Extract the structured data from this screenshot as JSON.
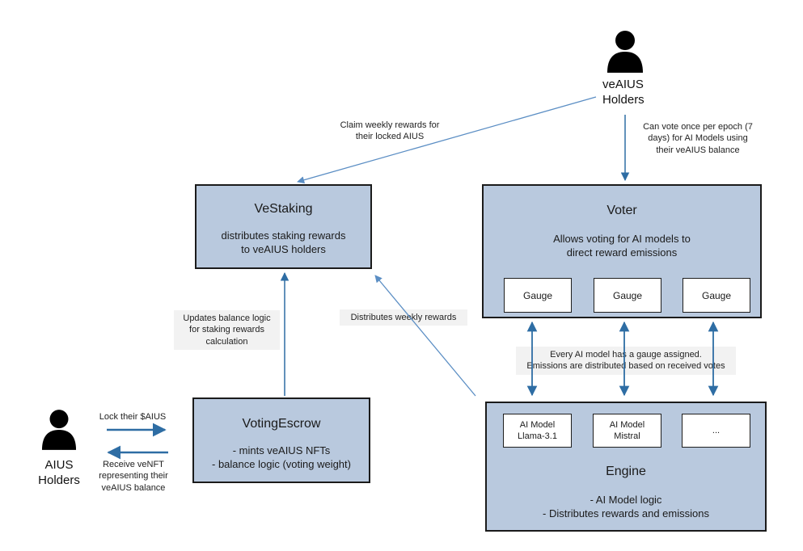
{
  "colors": {
    "node_fill": "#b9c9de",
    "node_border": "#1b1b1b",
    "inner_fill": "#ffffff",
    "arrow": "#2e6da4",
    "arrow_light": "#5b8ec4",
    "label_bg": "#f2f2f2",
    "text": "#1a1a1a",
    "actor": "#000000"
  },
  "actors": {
    "veaius": {
      "name": "veAIUS\nHolders"
    },
    "aius": {
      "name": "AIUS\nHolders"
    }
  },
  "nodes": {
    "vestaking": {
      "title": "VeStaking",
      "body": "distributes staking rewards\nto veAIUS holders"
    },
    "voter": {
      "title": "Voter",
      "body": "Allows voting for AI models to\ndirect reward emissions",
      "gauges": [
        "Gauge",
        "Gauge",
        "Gauge"
      ]
    },
    "voting_escrow": {
      "title": "VotingEscrow",
      "body": "- mints veAIUS NFTs\n- balance logic (voting weight)"
    },
    "engine": {
      "title": "Engine",
      "body": "- AI Model logic\n- Distributes rewards and emissions",
      "models": [
        "AI Model\nLlama-3.1",
        "AI Model\nMistral",
        "..."
      ]
    }
  },
  "edge_labels": {
    "claim": "Claim weekly rewards for\ntheir locked AIUS",
    "vote": "Can vote once per epoch (7\ndays) for AI Models using\ntheir veAIUS balance",
    "updates": "Updates balance logic\nfor staking rewards\ncalculation",
    "distributes_weekly": "Distributes weekly rewards",
    "gauge_note": "Every AI model has a gauge assigned.\nEmissions are distributed based on received votes",
    "lock": "Lock their $AIUS",
    "receive": "Receive veNFT\nrepresenting their\nveAIUS balance"
  }
}
